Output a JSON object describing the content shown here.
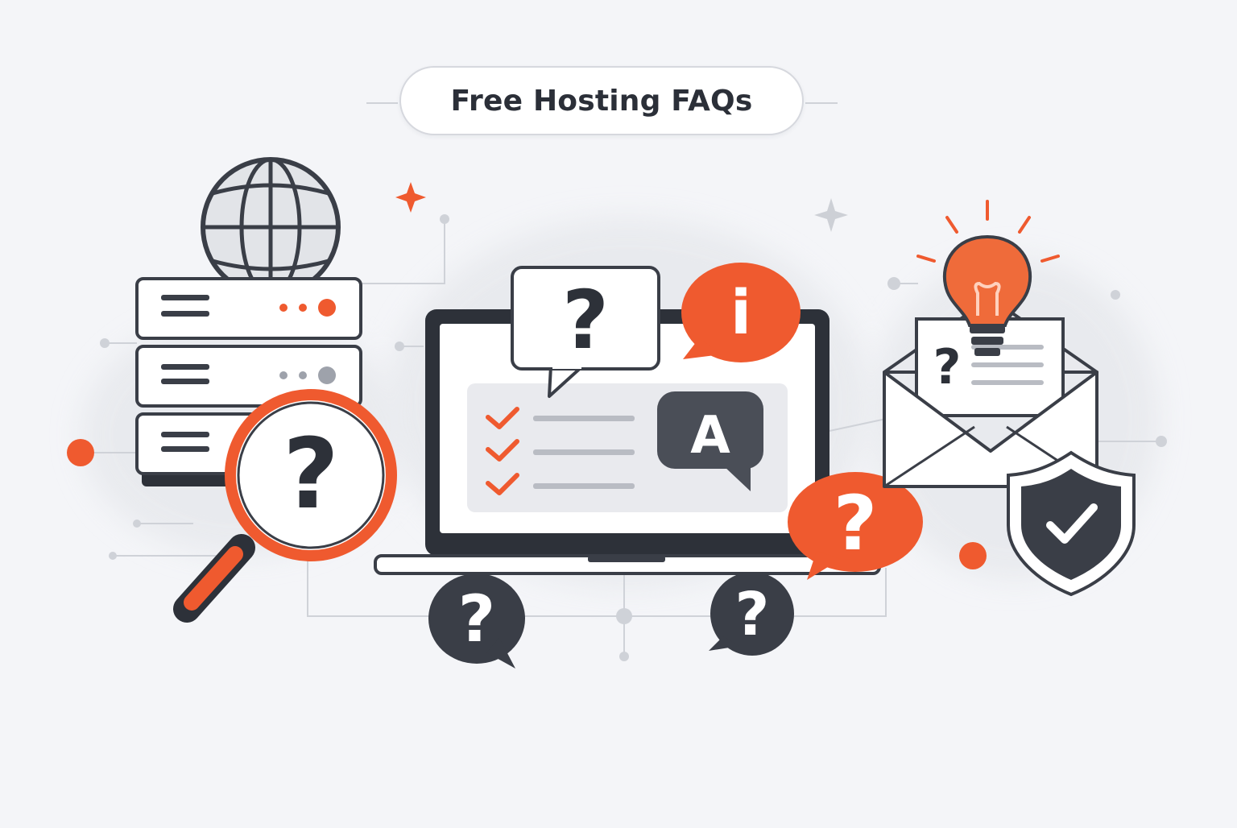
{
  "header": {
    "title": "Free Hosting FAQs"
  },
  "glyphs": {
    "question": "?",
    "info": "i",
    "answer": "A"
  },
  "colors": {
    "background": "#f4f5f8",
    "accent": "#ef5a2f",
    "dark": "#2d3139",
    "outline": "#3a3e47",
    "muted_gray": "#9ea2ab",
    "light_panel": "#e9eaee"
  },
  "icons": [
    "globe-icon",
    "server-stack-icon",
    "magnifying-glass-icon",
    "laptop-icon",
    "question-bubble-icon",
    "info-bubble-icon",
    "answer-bubble-icon",
    "checklist-icon",
    "lightbulb-icon",
    "envelope-icon",
    "shield-check-icon",
    "sparkle-icon"
  ]
}
